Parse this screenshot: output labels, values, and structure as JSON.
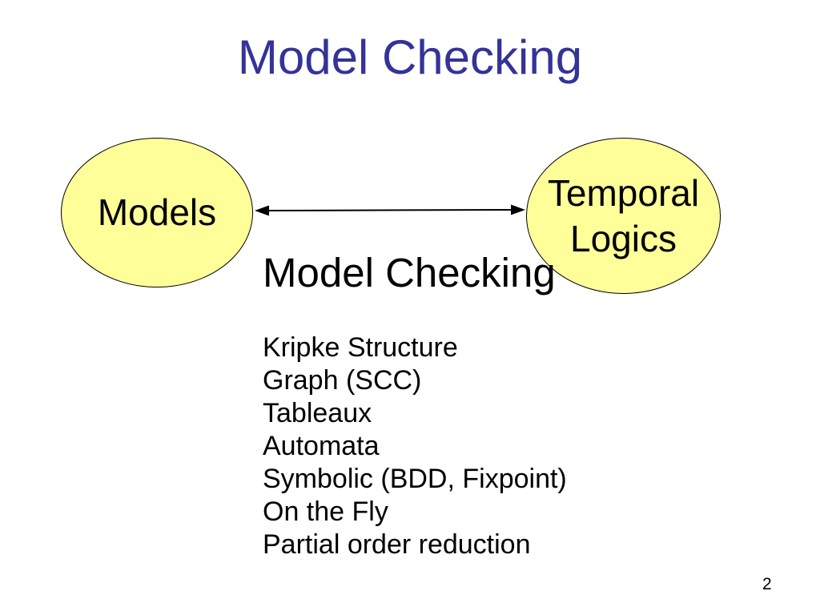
{
  "header": {
    "title": "Model Checking",
    "title_color": "#333399"
  },
  "diagram": {
    "left_node": {
      "label": "Models",
      "fill": "#FFFF99",
      "border_color": "#000000"
    },
    "right_node": {
      "lines": [
        "Temporal",
        "Logics"
      ],
      "fill": "#FFFF99",
      "border_color": "#000000"
    },
    "arrow": {
      "type": "double-headed",
      "color": "#000000"
    },
    "arrow_label": "Model Checking"
  },
  "list": {
    "items": [
      "Kripke Structure",
      "Graph (SCC)",
      "Tableaux",
      "Automata",
      "Symbolic (BDD, Fixpoint)",
      "On the Fly",
      "Partial order reduction"
    ]
  },
  "footer": {
    "page_number": "2"
  }
}
